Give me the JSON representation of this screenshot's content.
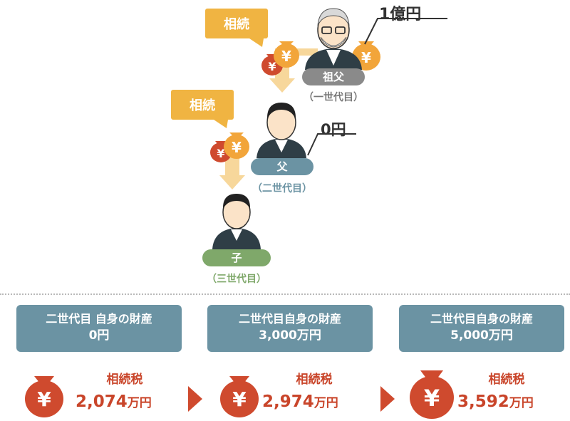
{
  "diagram": {
    "bubble_label": "相続",
    "yen_symbol": "¥",
    "grandfather": {
      "pill": "祖父",
      "generation": "（一世代目）",
      "wealth": "1億円"
    },
    "father": {
      "pill": "父",
      "generation": "（二世代目）",
      "wealth": "0円"
    },
    "child": {
      "pill": "子",
      "generation": "（三世代目）"
    }
  },
  "scenarios": [
    {
      "box_title": "二世代目 自身の財産",
      "box_value": "0円",
      "tax_label": "相続税",
      "tax_number": "2,074",
      "tax_unit": "万円"
    },
    {
      "box_title": "二世代目自身の財産",
      "box_value": "3,000万円",
      "tax_label": "相続税",
      "tax_number": "2,974",
      "tax_unit": "万円"
    },
    {
      "box_title": "二世代目自身の財産",
      "box_value": "5,000万円",
      "tax_label": "相続税",
      "tax_number": "3,592",
      "tax_unit": "万円"
    }
  ],
  "colors": {
    "bag_orange": "#f2a53a",
    "bag_red": "#cf4a2e",
    "bubble_yellow": "#f0b442",
    "pill_gray": "#8a8a8a",
    "pill_blue": "#6b93a3",
    "pill_green": "#7fa86a",
    "box_teal": "#6b93a3",
    "tax_red": "#c9452a"
  }
}
